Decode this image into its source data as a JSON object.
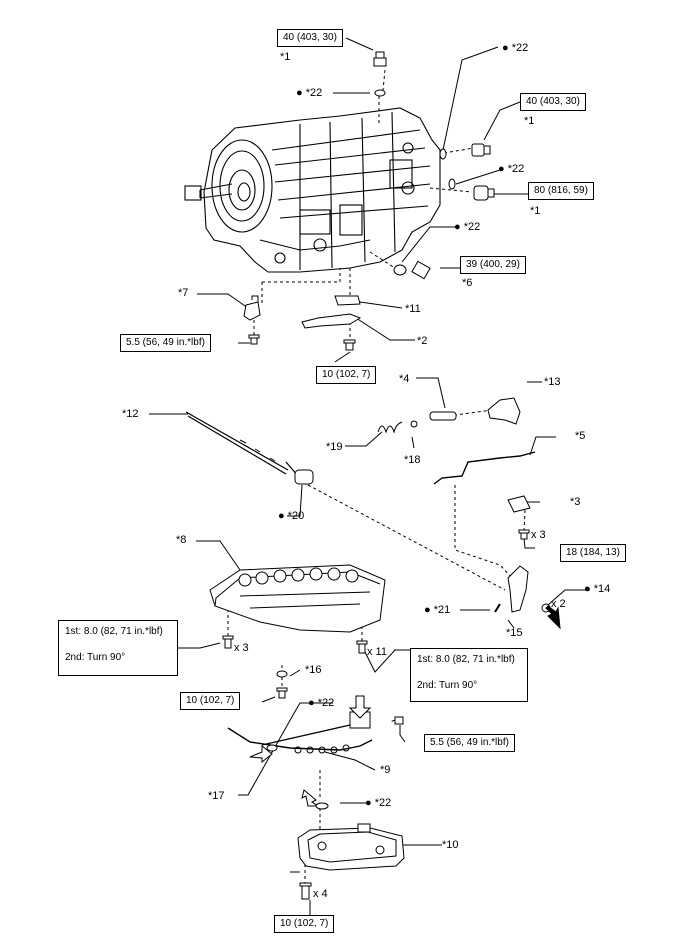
{
  "labels": {
    "p1_top": "*1",
    "p22_top": "● *22",
    "p22_r1": "● *22",
    "p1_r1": "*1",
    "p22_r2": "● *22",
    "p1_r2": "*1",
    "p22_r3": "● *22",
    "p6": "*6",
    "p7": "*7",
    "p11": "*11",
    "p2": "*2",
    "p4": "*4",
    "p13": "*13",
    "p12": "*12",
    "p19": "*19",
    "p18": "*18",
    "p5": "*5",
    "p20": "● *20",
    "p3": "*3",
    "x3_a": "x 3",
    "p8": "*8",
    "p14": "● *14",
    "x2": "x 2",
    "p21": "● *21",
    "p15": "*15",
    "x3_b": "x 3",
    "x11": "x 11",
    "p16": "*16",
    "p22_mid": "● *22",
    "p9": "*9",
    "p17": "*17",
    "p22_low": "● *22",
    "p10": "*10",
    "x4": "x 4"
  },
  "torques": {
    "t_top": "40 (403, 30)",
    "t_r1": "40 (403, 30)",
    "t_r2": "80 (816, 59)",
    "t_r3": "39 (400, 29)",
    "t_left55": "5.5 (56, 49 in.*lbf)",
    "t_10a": "10 (102, 7)",
    "t_18": "18 (184, 13)",
    "t_left_1st": "1st: 8.0 (82, 71 in.*lbf)",
    "t_left_2nd": "2nd: Turn 90°",
    "t_right_1st": "1st: 8.0 (82, 71 in.*lbf)",
    "t_right_2nd": "2nd: Turn 90°",
    "t_10b": "10 (102, 7)",
    "t_55b": "5.5 (56, 49 in.*lbf)",
    "t_10c": "10 (102, 7)"
  }
}
